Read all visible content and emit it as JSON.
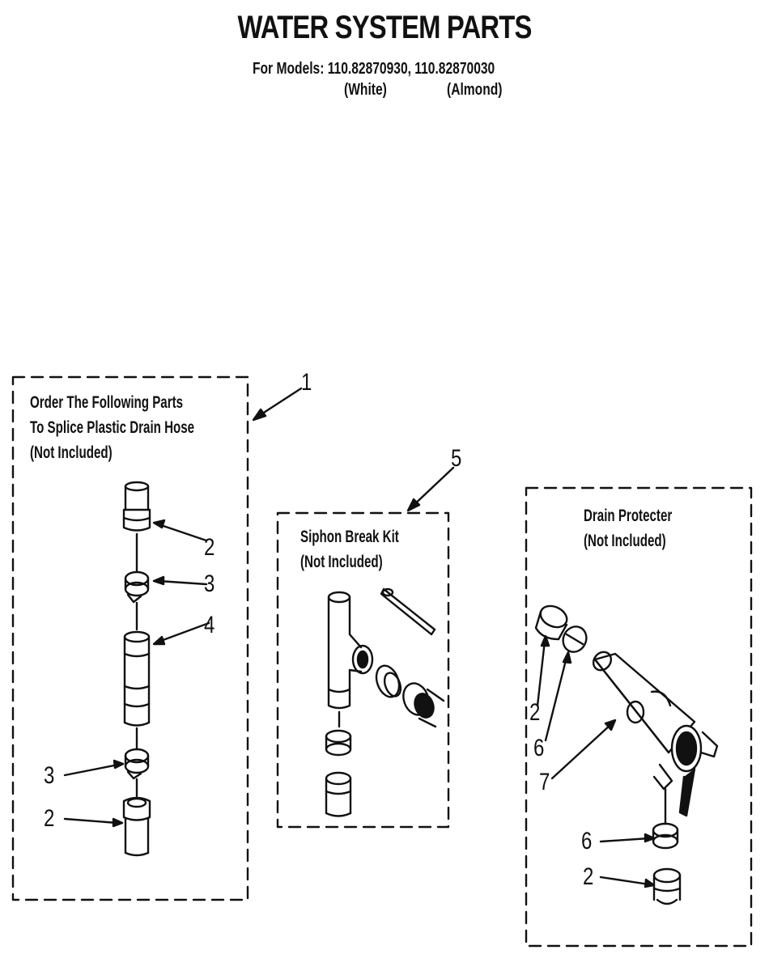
{
  "header": {
    "title": "WATER SYSTEM PARTS",
    "models_line": "For Models: 110.82870930, 110.82870030",
    "variant_white": "(White)",
    "variant_almond": "(Almond)"
  },
  "groups": {
    "splice": {
      "line1": "Order The Following Parts",
      "line2": "To Splice Plastic Drain Hose",
      "line3": "(Not Included)",
      "ref": "1"
    },
    "siphon": {
      "line1": "Siphon Break Kit",
      "line2": "(Not Included)",
      "ref": "5"
    },
    "drain": {
      "line1": "Drain Protecter",
      "line2": "(Not Included)"
    }
  },
  "callouts": {
    "a": "2",
    "b": "3",
    "c": "4",
    "d": "3",
    "e": "2",
    "f": "2",
    "g": "6",
    "h": "7",
    "i": "6",
    "j": "2"
  }
}
